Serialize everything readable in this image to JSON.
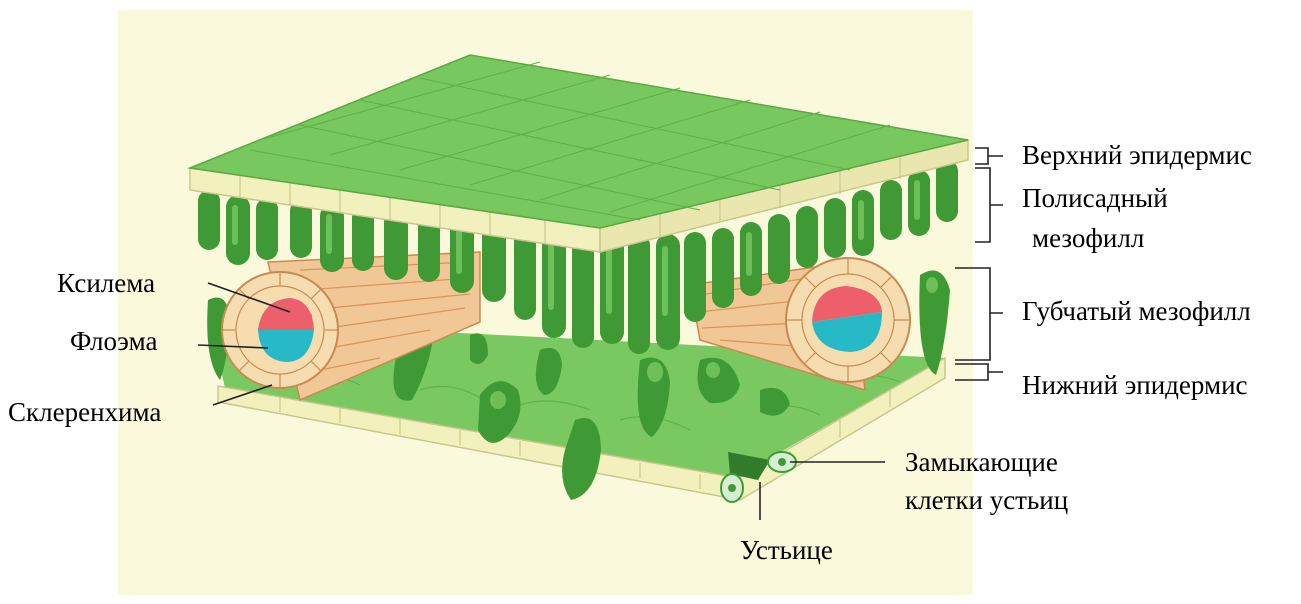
{
  "labels": {
    "upper_epidermis": "Верхний эпидермис",
    "palisade_line1": "Полисадный",
    "palisade_line2": "мезофилл",
    "spongy": "Губчатый мезофилл",
    "lower_epidermis": "Нижний эпидермис",
    "guard_line1": "Замыкающие",
    "guard_line2": "клетки устьиц",
    "stoma": "Устьице",
    "xylem": "Ксилема",
    "phloem": "Флоэма",
    "sclerenchyma": "Склеренхима"
  },
  "colors": {
    "background": "#fbf9dc",
    "leaf_top": "#77c85e",
    "leaf_top_dark": "#5aa844",
    "epidermis": "#f2f0bc",
    "mesophyll": "#3f9a36",
    "mesophyll_light": "#6cc057",
    "bundle": "#f1c795",
    "bundle_dark": "#d8975d",
    "xylem": "#ee5f6c",
    "phloem": "#28b9c6",
    "line": "#222222"
  }
}
